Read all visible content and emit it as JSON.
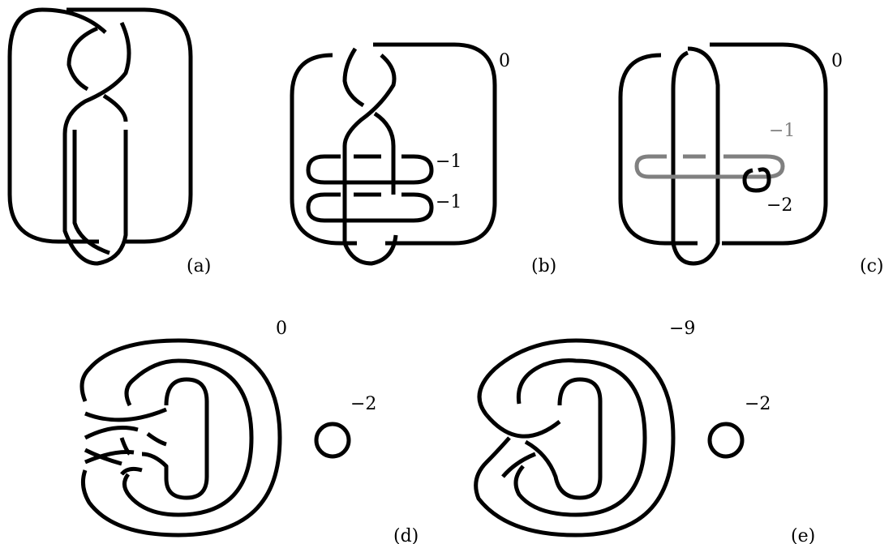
{
  "panels": {
    "a": {
      "caption": "(a)"
    },
    "b": {
      "caption": "(b)",
      "framing_outer": "0",
      "framing_upper": "−1",
      "framing_lower": "−1"
    },
    "c": {
      "caption": "(c)",
      "framing_outer": "0",
      "framing_gray": "−1",
      "framing_small": "−2"
    },
    "d": {
      "caption": "(d)",
      "framing_outer": "0",
      "framing_unknot": "−2"
    },
    "e": {
      "caption": "(e)",
      "framing_outer": "−9",
      "framing_unknot": "−2"
    }
  },
  "colors": {
    "strand": "#000000",
    "highlight": "#808080",
    "background": "#ffffff"
  }
}
